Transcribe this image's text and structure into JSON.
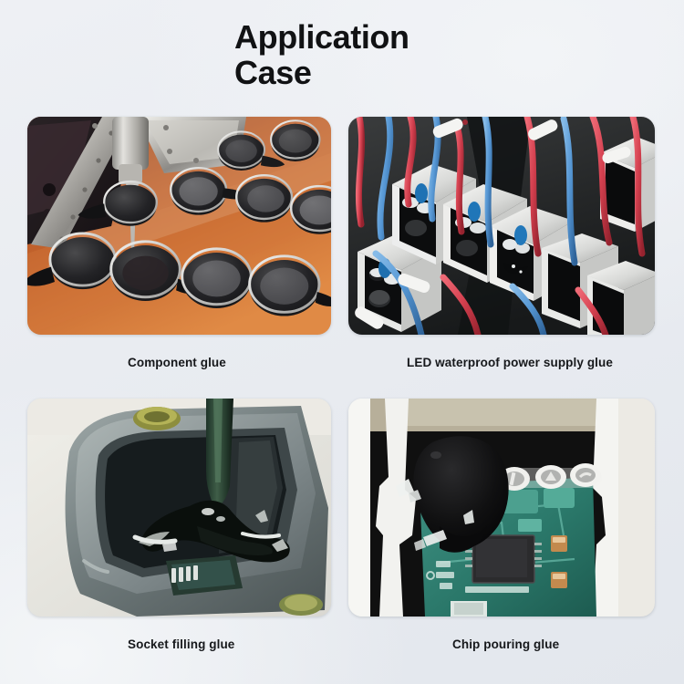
{
  "header": {
    "title": "Application\nCase"
  },
  "gallery": {
    "items": [
      {
        "id": "component-glue",
        "caption": "Component glue",
        "scene": "dispensing needle applying glue to black plastic components on an orange tray"
      },
      {
        "id": "led-waterproof-power-supply-glue",
        "caption": "LED waterproof power supply glue",
        "scene": "white LED driver housings with red and blue wires filled with black potting compound"
      },
      {
        "id": "socket-filling-glue",
        "caption": "Socket filling glue",
        "scene": "grey socket housing being filled with black glue from a green nozzle"
      },
      {
        "id": "chip-pouring-glue",
        "caption": "Chip pouring glue",
        "scene": "green circuit board inside a white enclosure with black glue poured over the chip"
      }
    ]
  },
  "colors": {
    "background_light": "#eef0f4",
    "background_dark": "#e3e7ed",
    "text": "#111214",
    "caption_text": "#16181b",
    "tray_orange": "#c1642c",
    "wire_red": "#d94452",
    "wire_blue": "#5aa0dc",
    "pcb_green": "#2c8274",
    "housing_grey": "#6e7a7c",
    "housing_white": "#f2f2f0"
  }
}
